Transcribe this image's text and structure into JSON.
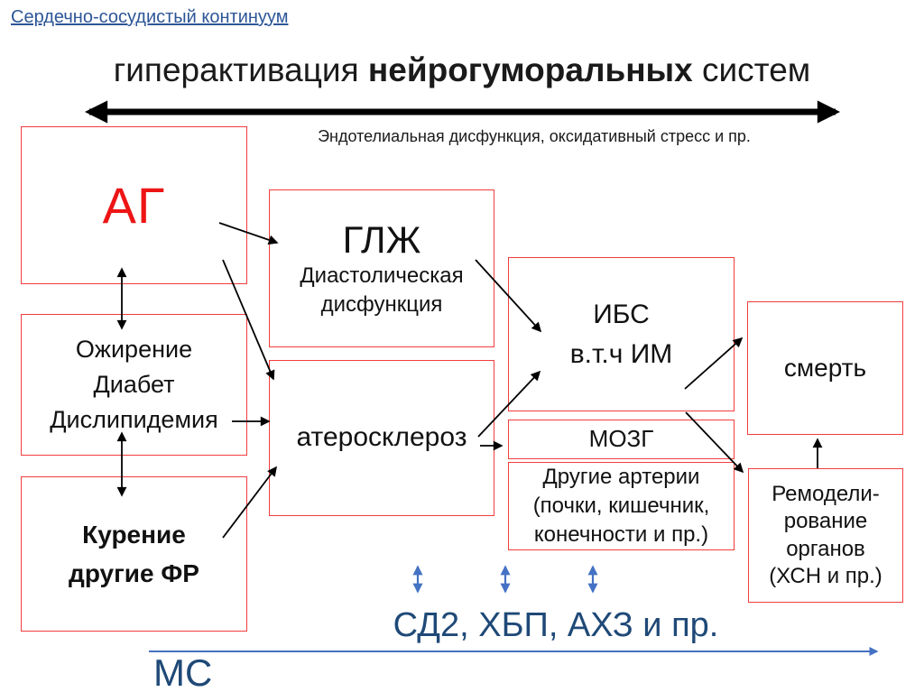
{
  "palette": {
    "box_border_red": "#f23d3d",
    "accent_red": "#ed1515",
    "dark_blue_text": "#1f4977",
    "link_blue": "#2d5697",
    "arrow_blue": "#4472c4",
    "arrow_black": "#000000"
  },
  "header": {
    "link_label": "Сердечно-сосудистый континуум",
    "title_pre": "гиперактивация ",
    "title_bold": "нейрогуморальных",
    "title_post": " систем",
    "subtitle": "Эндотелиальная дисфункция, оксидативный стресс и пр."
  },
  "boxes": {
    "ag": {
      "label": "АГ"
    },
    "lvh": {
      "title": "ГЛЖ",
      "lines": [
        "Диастолическая",
        "дисфункция"
      ]
    },
    "risk1": {
      "lines": [
        "Ожирение",
        "Диабет",
        "Дислипидемия"
      ]
    },
    "risk2": {
      "lines": [
        "Курение",
        "другие ФР"
      ]
    },
    "athero": {
      "label": "атеросклероз"
    },
    "chd": {
      "lines": [
        "ИБС",
        "в.т.ч ИМ"
      ]
    },
    "brain": {
      "label": "МОЗГ"
    },
    "arteries": {
      "lines": [
        "Другие артерии",
        "(почки, кишечник,",
        "конечности и пр.)"
      ]
    },
    "death": {
      "label": "смерть"
    },
    "remodeling": {
      "lines": [
        "Ремодели-",
        "рование",
        "органов",
        "(ХСН и пр.)"
      ]
    }
  },
  "footer": {
    "comorbidities": "СД2, ХБП, АХЗ и пр.",
    "metabolic_syndrome": "МС"
  },
  "edges": [
    {
      "name": "neurohumoral-span",
      "style": "thick-double-arrow"
    },
    {
      "from": "ag",
      "to": "lvh",
      "style": "arrow"
    },
    {
      "from": "ag",
      "to": "athero",
      "style": "arrow"
    },
    {
      "from": "ag",
      "to": "risk1",
      "style": "double-arrow"
    },
    {
      "from": "risk1",
      "to": "risk2",
      "style": "double-arrow"
    },
    {
      "from": "risk1",
      "to": "athero",
      "style": "arrow"
    },
    {
      "from": "risk2",
      "to": "athero",
      "style": "arrow"
    },
    {
      "from": "lvh",
      "to": "chd",
      "style": "arrow"
    },
    {
      "from": "athero",
      "to": "chd",
      "style": "arrow"
    },
    {
      "from": "athero",
      "to": "brain",
      "style": "arrow"
    },
    {
      "from": "chd",
      "to": "death",
      "style": "arrow"
    },
    {
      "from": "chd",
      "to": "remodeling",
      "style": "arrow"
    },
    {
      "from": "remodeling",
      "to": "death",
      "style": "arrow"
    },
    {
      "name": "comorbidity-links",
      "style": "blue-double-arrows-x3"
    },
    {
      "name": "ms-axis",
      "style": "blue-arrow"
    }
  ]
}
